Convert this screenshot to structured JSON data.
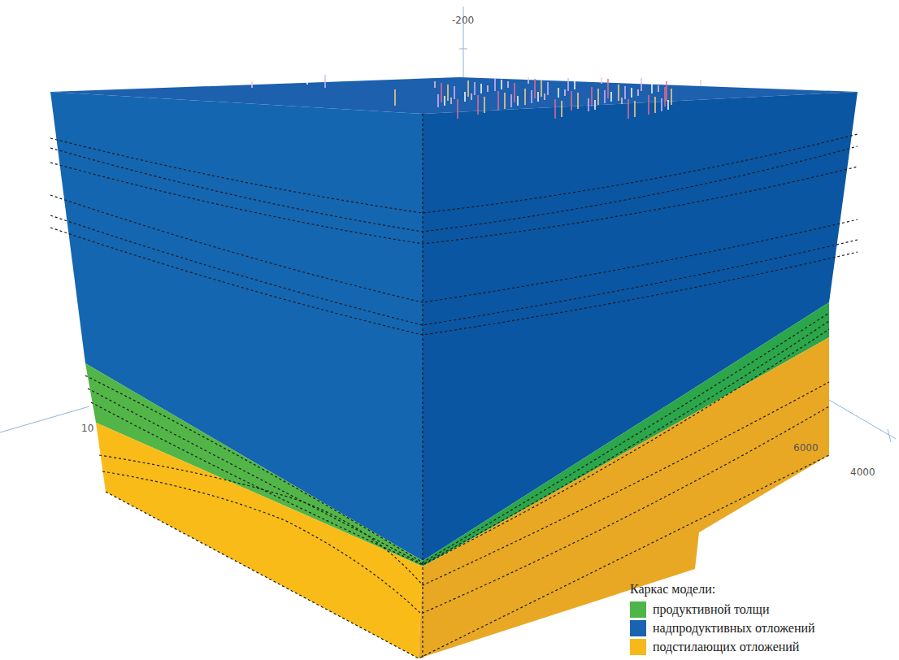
{
  "diagram": {
    "labels": [
      "-200",
      "10",
      "6000",
      "4000",
      "Каркас модели:"
    ],
    "legend": [
      {
        "text": "продуктивной толщи",
        "color": "#4db549"
      },
      {
        "text": "надпродуктивных отложений",
        "color": "#1a63b0"
      },
      {
        "text": "подстилающих отложений",
        "color": "#f6b919"
      }
    ]
  }
}
